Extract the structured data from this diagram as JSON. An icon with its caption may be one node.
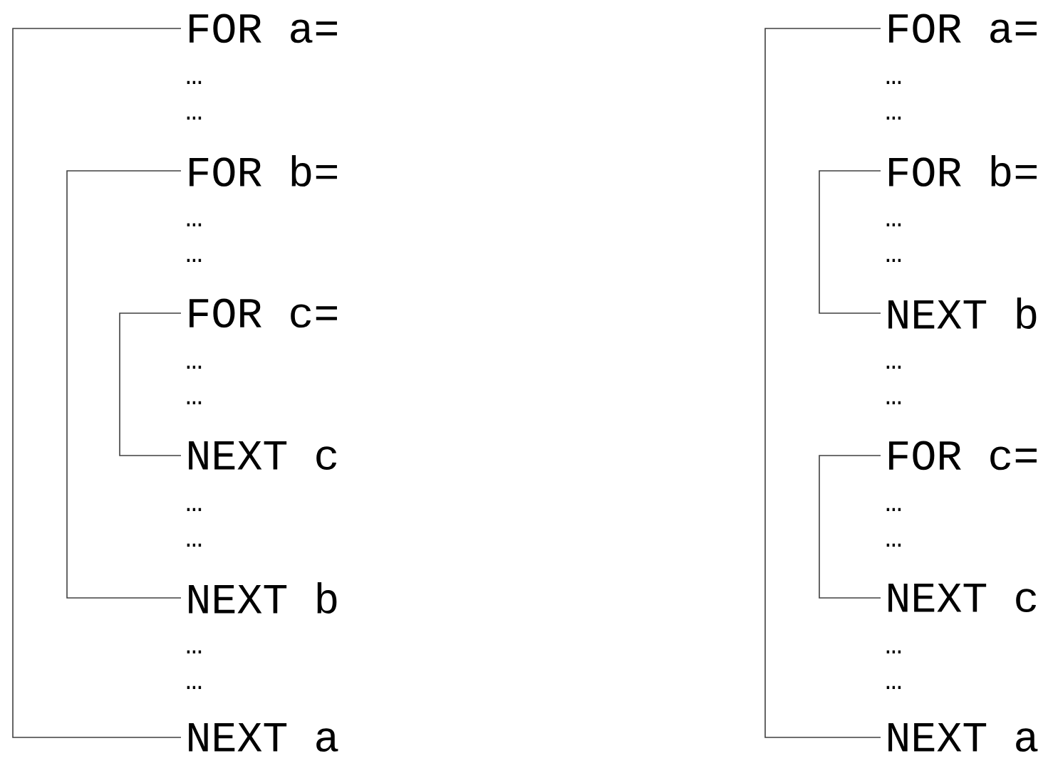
{
  "diagram": {
    "nodes": [
      {
        "text": [
          "FOR a="
        ]
      },
      {
        "text": [
          "FOR b="
        ]
      },
      {
        "text": [
          "FOR c="
        ]
      },
      {
        "text": [
          "NEXT c"
        ]
      },
      {
        "text": [
          "NEXT b"
        ]
      },
      {
        "text": [
          "NEXT a"
        ]
      },
      {
        "text": [
          "FOR a="
        ]
      },
      {
        "text": [
          "FOR b="
        ]
      },
      {
        "text": [
          "NEXT b"
        ]
      },
      {
        "text": [
          "FOR c="
        ]
      },
      {
        "text": [
          "NEXT c"
        ]
      },
      {
        "text": [
          "NEXT a"
        ]
      }
    ],
    "edges": [
      {
        "from": 0,
        "to": 5,
        "arrow": "none"
      },
      {
        "from": 1,
        "to": 4,
        "arrow": "none"
      },
      {
        "from": 2,
        "to": 3,
        "arrow": "none"
      },
      {
        "from": 6,
        "to": 11,
        "arrow": "none"
      },
      {
        "from": 7,
        "to": 8,
        "arrow": "none"
      },
      {
        "from": 9,
        "to": 10,
        "arrow": "none"
      }
    ],
    "labels": [
      "…",
      "…",
      "…",
      "…",
      "…",
      "…",
      "…",
      "…",
      "…",
      "…",
      "…",
      "…",
      "…",
      "…",
      "…",
      "…",
      "…",
      "…",
      "…",
      "…"
    ]
  }
}
